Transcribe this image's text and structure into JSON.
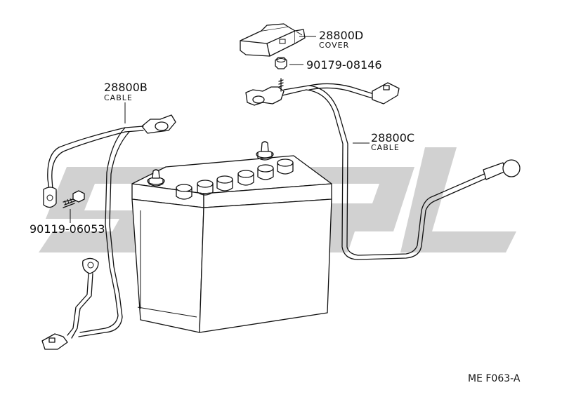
{
  "parts": {
    "cover": {
      "number": "28800D",
      "name": "COVER"
    },
    "nut": {
      "number": "90179-08146"
    },
    "cable_negative": {
      "number": "28800B",
      "name": "CABLE"
    },
    "cable_positive": {
      "number": "28800C",
      "name": "CABLE"
    },
    "bolt": {
      "number": "90119-06053"
    }
  },
  "figure_ref": "ME F063-A",
  "colors": {
    "line": "#111111",
    "watermark": "#c9c9c9",
    "background": "#ffffff"
  }
}
